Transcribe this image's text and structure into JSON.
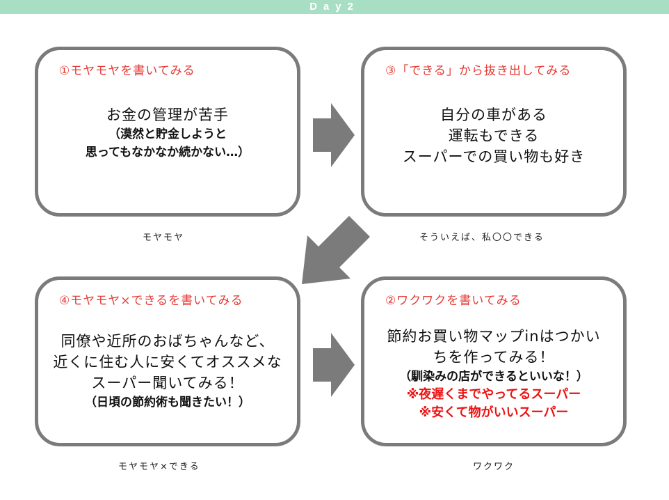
{
  "header": {
    "title": "Day2"
  },
  "boxes": {
    "moyamoya": {
      "title": "①モヤモヤを書いてみる",
      "line1": "お金の管理が苦手",
      "note1": "（漠然と貯金しようと",
      "note2": "思ってもなかなか続かない…）",
      "caption": "モヤモヤ"
    },
    "dekiru": {
      "title": "③「できる」から抜き出してみる",
      "line1": "自分の車がある",
      "line2": "運転もできる",
      "line3": "スーパーでの買い物も好き",
      "caption": "そういえば、私〇〇できる"
    },
    "combine": {
      "title": "④モヤモヤ×できるを書いてみる",
      "line1": "同僚や近所のおばちゃんなど、",
      "line2": "近くに住む人に安くてオススメな",
      "line3": "スーパー聞いてみる！",
      "note1": "（日頃の節約術も聞きたい！）",
      "caption": "モヤモヤ×できる"
    },
    "wakuwaku": {
      "title": "②ワクワクを書いてみる",
      "line1": "節約お買い物マップinはつかい",
      "line2": "ちを作ってみる！",
      "note1": "（馴染みの店ができるといいな！）",
      "red1": "※夜遅くまでやってるスーパー",
      "red2": "※安くて物がいいスーパー",
      "caption": "ワクワク"
    }
  },
  "colors": {
    "header_bg": "#a8dec4",
    "box_border": "#7b7b7b",
    "title_red": "#e53935",
    "arrow_gray": "#7b7b7b"
  }
}
